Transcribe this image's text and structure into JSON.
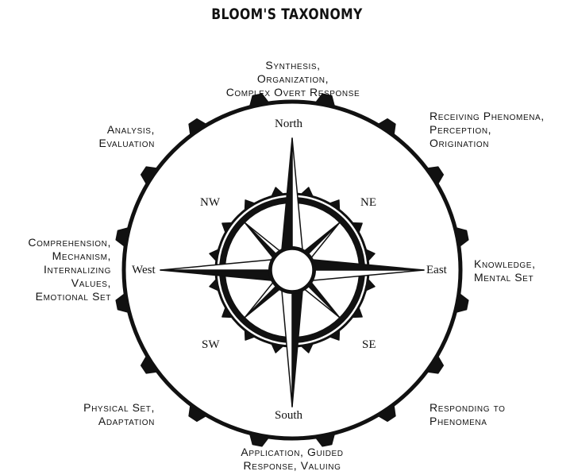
{
  "title": "BLOOM'S TAXONOMY",
  "directions": {
    "north": "North",
    "south": "South",
    "east": "East",
    "west": "West",
    "ne": "NE",
    "nw": "NW",
    "se": "SE",
    "sw": "SW"
  },
  "labels": {
    "north": [
      "Synthesis,",
      "Organization,",
      "Complex Overt Response"
    ],
    "northeast": [
      "Receiving Phenomena,",
      "Perception,",
      "Origination"
    ],
    "east": [
      "Knowledge,",
      "Mental Set"
    ],
    "southeast": [
      "Responding to",
      "Phenomena"
    ],
    "south": [
      "Application, Guided",
      "Response, Valuing"
    ],
    "southwest": [
      "Physical Set,",
      "Adaptation"
    ],
    "west": [
      "Comprehension,",
      "Mechanism,",
      "Internalizing",
      "Values,",
      "Emotional Set"
    ],
    "northwest": [
      "Analysis,",
      "Evaluation"
    ]
  },
  "colors": {
    "ink": "#111111",
    "background": "#ffffff"
  }
}
